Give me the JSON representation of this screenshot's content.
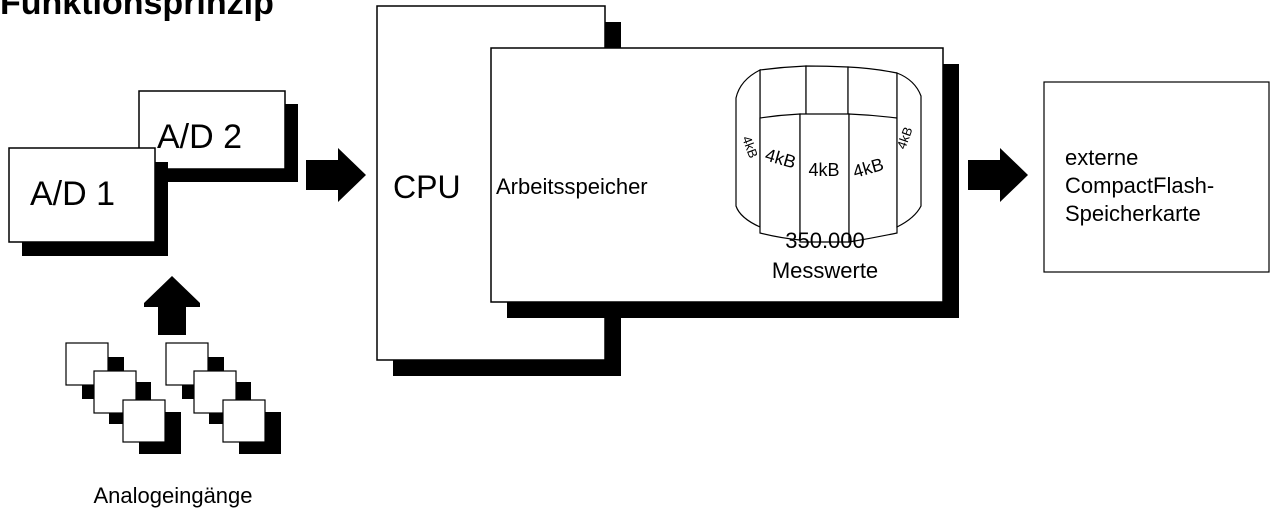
{
  "title": "Funktionsprinzip",
  "ad": {
    "first": "A/D 1",
    "second": "A/D 2"
  },
  "inputs": {
    "label": "Analogeingänge"
  },
  "cpu": {
    "label": "CPU"
  },
  "memory": {
    "label": "Arbeitsspeicher",
    "block_label": "4kB",
    "count_line1": "350.000",
    "count_line2": "Messwerte"
  },
  "storage": {
    "line1": "externe",
    "line2": "CompactFlash-",
    "line3": "Speicherkarte"
  },
  "colors": {
    "stroke": "#000000",
    "fill": "#ffffff",
    "shadow": "#000000"
  }
}
